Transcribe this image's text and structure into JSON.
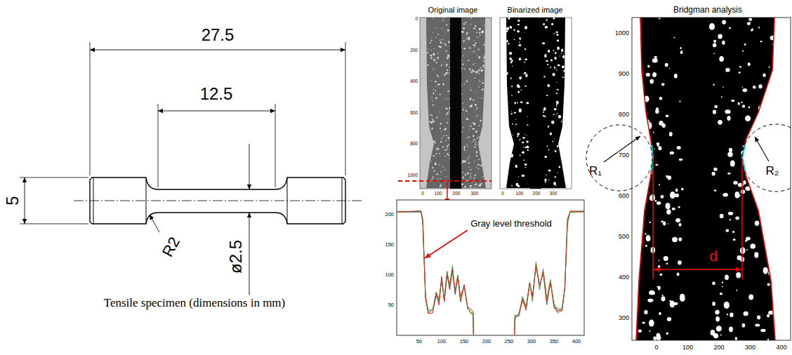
{
  "diagram": {
    "caption": "Tensile specimen (dimensions in mm)",
    "labels": [
      "27.5",
      "12.5",
      "5",
      "R2",
      "ø2.5",
      "Original image",
      "Binarized image",
      "Bridgman analysis",
      "Gray level threshold",
      "R₁",
      "R₂",
      "d",
      "1000",
      "900",
      "800",
      "700",
      "600",
      "500",
      "400",
      "300",
      "0",
      "100",
      "200",
      "300",
      "400",
      "200",
      "150",
      "100",
      "50",
      "50",
      "100",
      "150",
      "200",
      "250",
      "300",
      "350",
      "400",
      "0",
      "200",
      "400",
      "600",
      "800",
      "1000",
      "0",
      "100",
      "200",
      "300",
      "0",
      "100",
      "200",
      "300"
    ]
  }
}
